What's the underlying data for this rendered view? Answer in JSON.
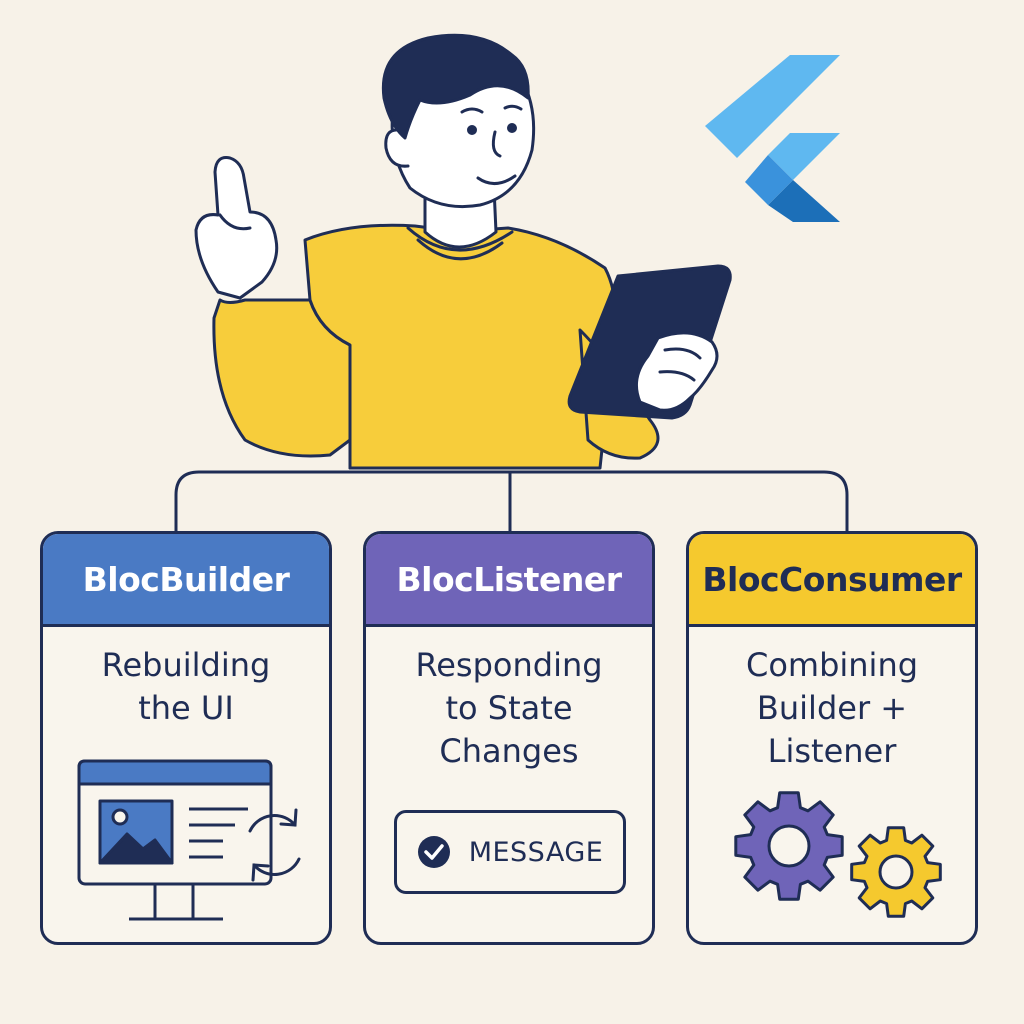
{
  "cards": [
    {
      "title": "BlocBuilder",
      "description": "Rebuilding\nthe UI"
    },
    {
      "title": "BlocListener",
      "description": "Responding\nto State\nChanges",
      "message_label": "MESSAGE"
    },
    {
      "title": "BlocConsumer",
      "description": "Combining\nBuilder +\nListener"
    }
  ],
  "colors": {
    "background": "#f7f2e8",
    "outline": "#1f2d55",
    "builder_blue": "#4a7ac4",
    "listener_purple": "#6f64b8",
    "consumer_yellow": "#f5c92e",
    "shirt_yellow": "#f7cd3b",
    "flutter_light": "#5fb8f0",
    "flutter_dark": "#1c6fb8"
  },
  "icons": [
    "person-illustration",
    "tablet-icon",
    "flutter-logo",
    "monitor-icon",
    "image-icon",
    "refresh-icon",
    "check-circle-icon",
    "gear-icon"
  ]
}
